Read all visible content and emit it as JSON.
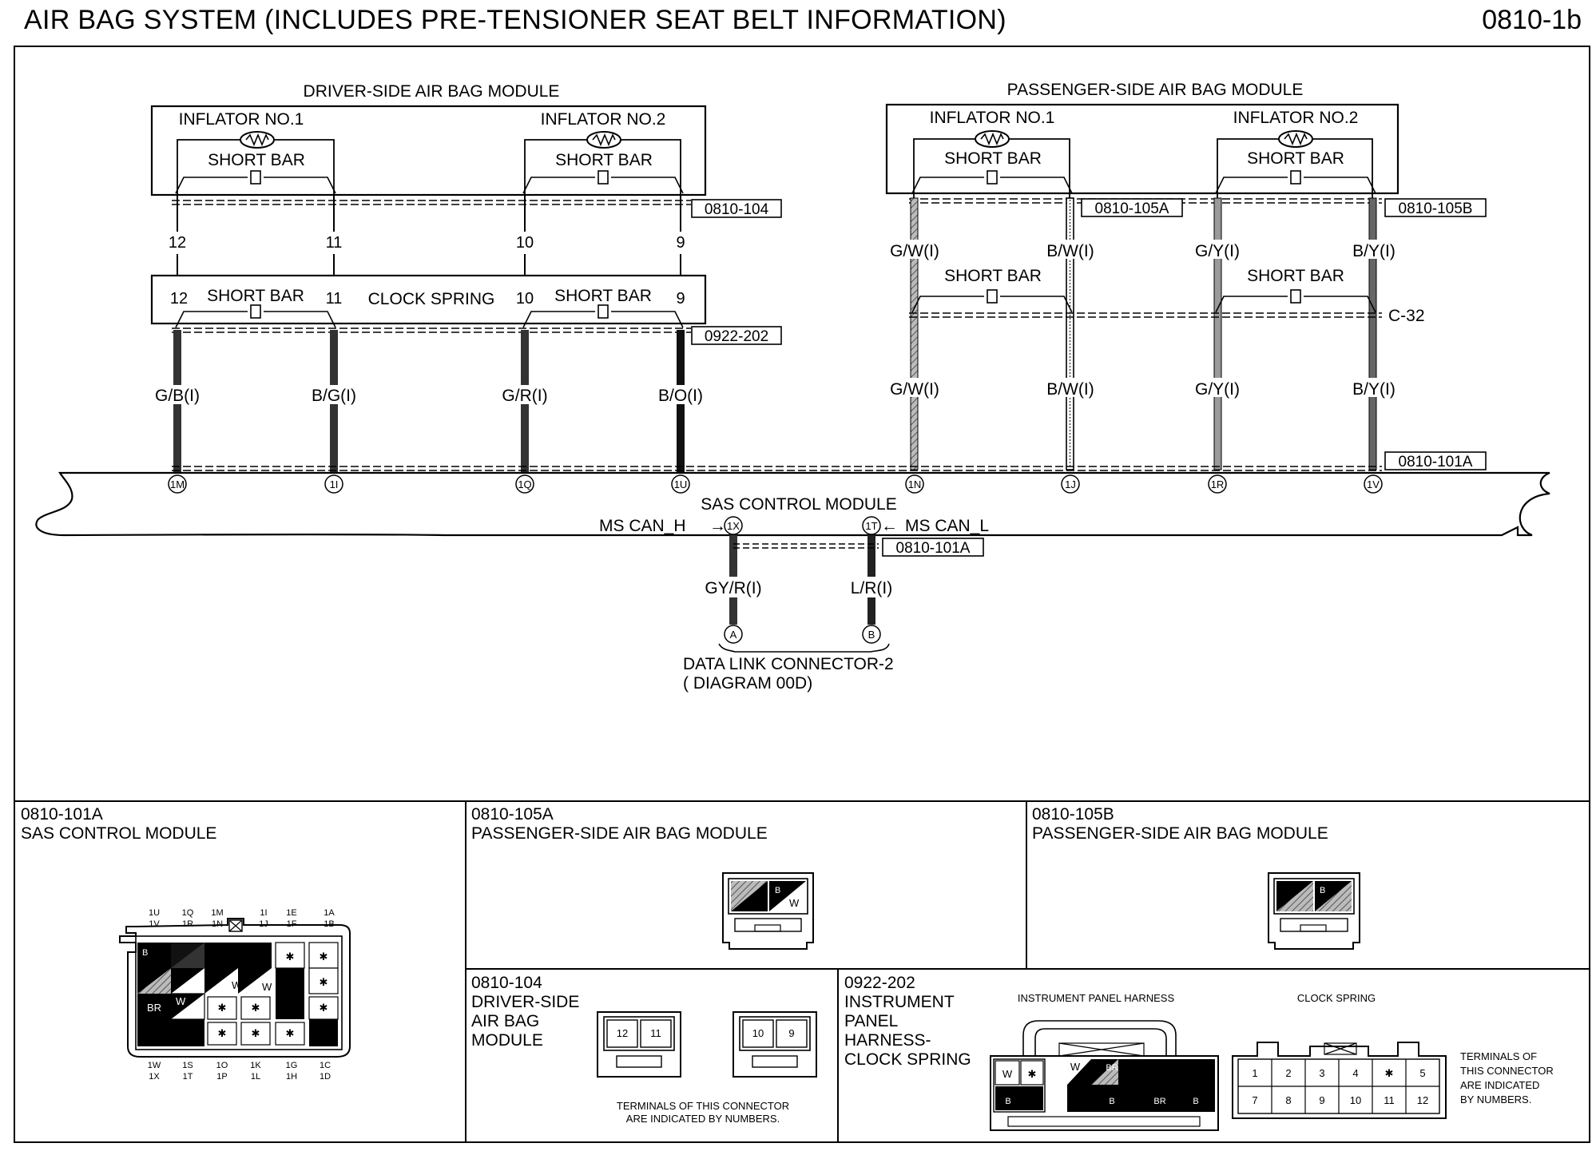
{
  "page": {
    "title": "AIR BAG SYSTEM (INCLUDES PRE-TENSIONER SEAT BELT INFORMATION)",
    "code": "0810-1b"
  },
  "driver": {
    "module": "DRIVER-SIDE AIR BAG MODULE",
    "inflator1": "INFLATOR NO.1",
    "inflator2": "INFLATOR NO.2",
    "short_bar": "SHORT BAR",
    "connector": "0810-104",
    "pins": [
      "12",
      "11",
      "10",
      "9"
    ]
  },
  "clock_spring": {
    "label": "CLOCK SPRING",
    "connector": "0922-202",
    "short_bar": "SHORT BAR",
    "pins": [
      "12",
      "11",
      "10",
      "9"
    ]
  },
  "driver_wires": [
    "G/B(I)",
    "B/G(I)",
    "G/R(I)",
    "B/O(I)"
  ],
  "passenger": {
    "module": "PASSENGER-SIDE AIR BAG MODULE",
    "inflator1": "INFLATOR NO.1",
    "inflator2": "INFLATOR NO.2",
    "short_bar": "SHORT BAR",
    "connector_a": "0810-105A",
    "connector_b": "0810-105B",
    "wires_upper": [
      "G/W(I)",
      "B/W(I)",
      "G/Y(I)",
      "B/Y(I)"
    ],
    "wires_lower": [
      "G/W(I)",
      "B/W(I)",
      "G/Y(I)",
      "B/Y(I)"
    ],
    "junction": "C-32"
  },
  "sas": {
    "label": "SAS CONTROL MODULE",
    "connector": "0810-101A",
    "connector2": "0810-101A",
    "terminals": [
      "1M",
      "1I",
      "1Q",
      "1U",
      "1N",
      "1J",
      "1R",
      "1V"
    ],
    "can_h": "MS CAN_H",
    "can_l": "MS CAN_L",
    "can_h_pin": "1X",
    "can_l_pin": "1T"
  },
  "dlc": {
    "wires": [
      "GY/R(I)",
      "L/R(I)"
    ],
    "pins": [
      "A",
      "B"
    ],
    "label": "DATA LINK CONNECTOR-2",
    "sub": "( DIAGRAM  00D)"
  },
  "panels": {
    "sas": {
      "code": "0810-101A",
      "name": "SAS CONTROL MODULE",
      "top_row1": [
        "1U",
        "1Q",
        "1M",
        "1I",
        "1E",
        "1A"
      ],
      "top_row2": [
        "1V",
        "1R",
        "1N",
        "1J",
        "1F",
        "1B"
      ],
      "bottom_row1": [
        "1W",
        "1S",
        "1O",
        "1K",
        "1G",
        "1C"
      ],
      "bottom_row2": [
        "1X",
        "1T",
        "1P",
        "1L",
        "1H",
        "1D"
      ],
      "cells": [
        "B",
        "W",
        "BR",
        "✱"
      ]
    },
    "pass_a": {
      "code": "0810-105A",
      "name": "PASSENGER-SIDE AIR BAG MODULE",
      "cells": [
        "B",
        "W",
        "W"
      ]
    },
    "pass_b": {
      "code": "0810-105B",
      "name": "PASSENGER-SIDE AIR BAG MODULE",
      "cells": [
        "B"
      ]
    },
    "driver": {
      "code": "0810-104",
      "name_lines": [
        "DRIVER-SIDE",
        "AIR BAG",
        "MODULE"
      ],
      "pins_left": [
        "12",
        "11"
      ],
      "pins_right": [
        "10",
        "9"
      ],
      "note_lines": [
        "TERMINALS OF THIS CONNECTOR",
        "ARE INDICATED BY NUMBERS."
      ]
    },
    "ip": {
      "code": "0922-202",
      "name_lines": [
        "INSTRUMENT",
        "PANEL",
        "HARNESS-",
        "CLOCK SPRING"
      ],
      "harness_label": "INSTRUMENT PANEL HARNESS",
      "clock_label": "CLOCK SPRING",
      "harness_cells": [
        "W",
        "✱",
        "W",
        "BR",
        "B",
        "B",
        "BR",
        "B"
      ],
      "clock_pins_row1": [
        "1",
        "2",
        "3",
        "4",
        "✱",
        "5"
      ],
      "clock_pins_row2": [
        "7",
        "8",
        "9",
        "10",
        "11",
        "12"
      ],
      "note_lines": [
        "TERMINALS OF",
        "THIS CONNECTOR",
        "ARE INDICATED",
        "BY NUMBERS."
      ]
    }
  }
}
